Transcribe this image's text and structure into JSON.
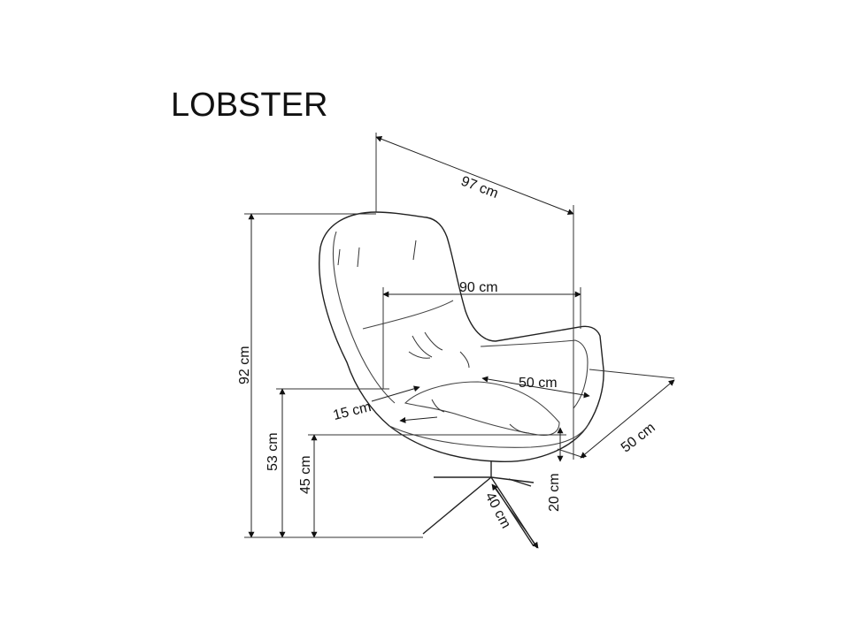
{
  "title": "LOBSTER",
  "dimensions": {
    "diagonal_depth": "97 cm",
    "armrest_width": "90 cm",
    "seat_width": "50 cm",
    "seat_depth": "50 cm",
    "overall_height": "92 cm",
    "armrest_height": "53 cm",
    "seat_height": "45 cm",
    "cushion_thickness": "15 cm",
    "base_diameter": "40 cm",
    "base_height": "20 cm"
  },
  "colors": {
    "line": "#222222",
    "text": "#111111",
    "background": "#ffffff"
  }
}
